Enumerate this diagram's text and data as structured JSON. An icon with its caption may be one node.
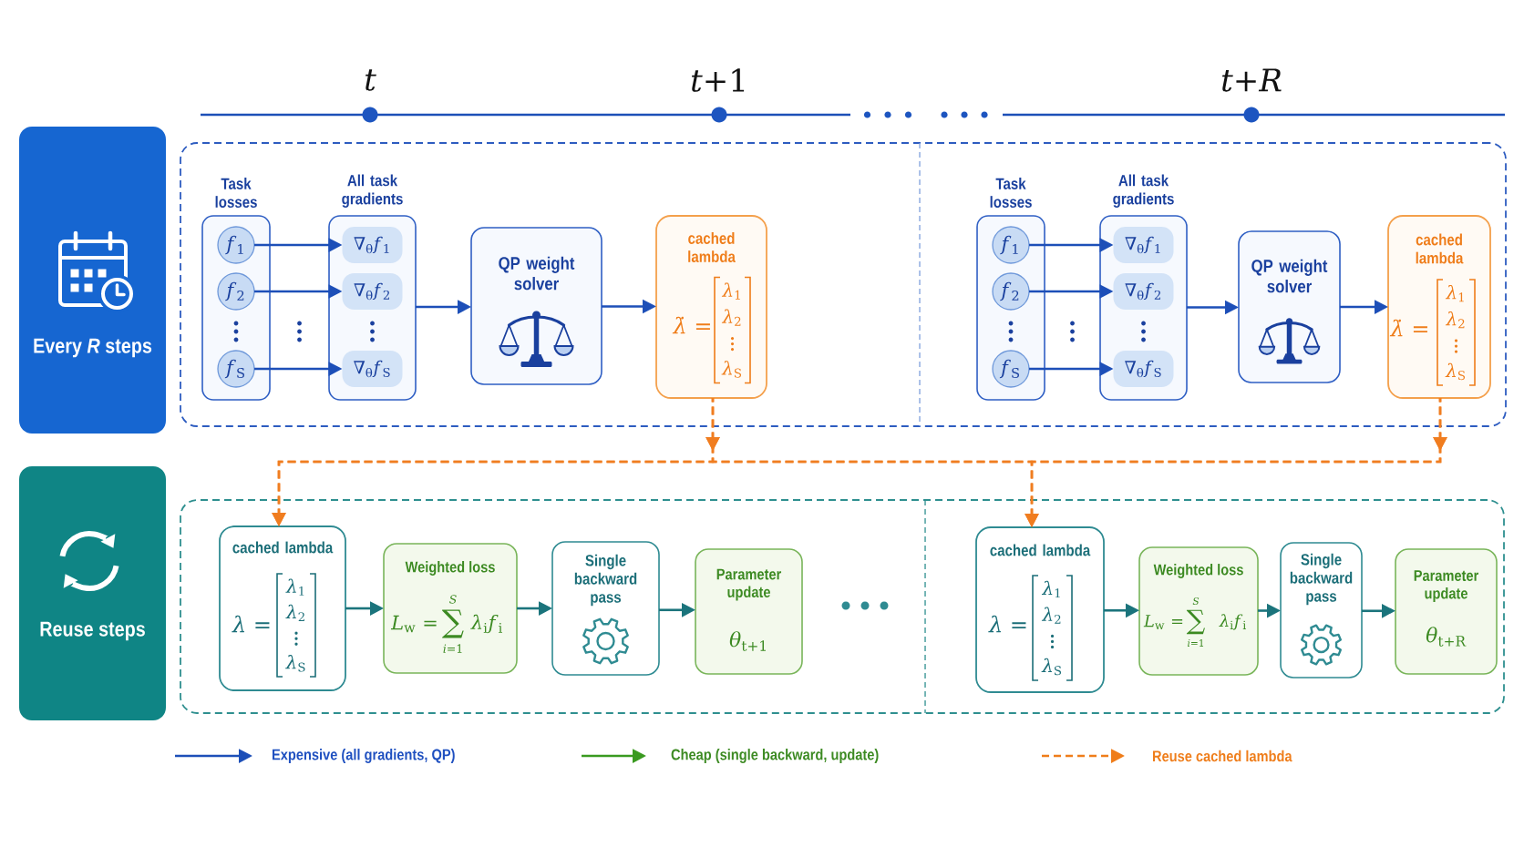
{
  "diagram": {
    "nodes": [
      {
        "text": [
          "Every *R* steps"
        ]
      },
      {
        "text": [],
        "shape": "box"
      },
      {
        "text": [
          "Task losses"
        ],
        "in": 1
      },
      {
        "text": [
          "*f*$_{1}$"
        ],
        "in": 2
      },
      {
        "text": [
          "*f*$_{2}$"
        ],
        "in": 2
      },
      {
        "text": [
          "*f*$_{S}$"
        ],
        "in": 2
      },
      {
        "text": [
          "All task gradients"
        ],
        "in": 1
      },
      {
        "text": [
          "∇$_{θ}$*f*$_{1}$"
        ],
        "in": 6
      },
      {
        "text": [
          "∇$_{θ}$*f*$_{2}$"
        ],
        "in": 6
      },
      {
        "text": [
          "∇$_{θ}$*f*$_{S}$"
        ],
        "in": 6
      },
      {
        "text": [
          "QP weight solver"
        ],
        "in": 1
      },
      {
        "text": [
          "cached lambda",
          "*λ̇* =",
          "*λ*$_{1}$",
          "*λ*$_{2}$",
          "*λ*$_{S}$"
        ],
        "in": 1
      },
      {
        "text": [
          "Task losses"
        ],
        "in": 1
      },
      {
        "text": [
          "*f*$_{1}$"
        ],
        "in": 12
      },
      {
        "text": [
          "*f*$_{2}$"
        ],
        "in": 12
      },
      {
        "text": [
          "*f*$_{S}$"
        ],
        "in": 12
      },
      {
        "text": [
          "All task gradients"
        ],
        "in": 1
      },
      {
        "text": [
          "∇$_{θ}$*f*$_{1}$"
        ],
        "in": 16
      },
      {
        "text": [
          "∇$_{θ}$*f*$_{2}$"
        ],
        "in": 16
      },
      {
        "text": [
          "∇$_{θ}$*f*$_{S}$"
        ],
        "in": 16
      },
      {
        "text": [
          "QP weight solver"
        ],
        "in": 1
      },
      {
        "text": [
          "cached lambda",
          "*λ̇* =",
          "*λ*$_{1}$",
          "*λ*$_{2}$",
          "*λ*$_{S}$"
        ],
        "in": 1
      },
      {
        "text": [
          "Reuse steps"
        ]
      },
      {
        "text": [],
        "shape": "box"
      },
      {
        "text": [
          "cached lambda",
          "*λ* =",
          "*λ*$_{1}$",
          "*λ*$_{2}$",
          "*λ*$_{S}$"
        ],
        "in": 23
      },
      {
        "text": [
          "Weighted loss",
          "*L*$_{w}$ =",
          "S",
          "∑",
          "*i*=1",
          "*λ*$_{i}$*f*$_{i}$"
        ],
        "in": 23
      },
      {
        "text": [
          "Single backward pass"
        ],
        "in": 23
      },
      {
        "text": [
          "Parameter update",
          "*θ*$_{t+1}$"
        ],
        "in": 23
      },
      {
        "text": [
          "cached lambda",
          "*λ* =",
          "*λ*$_{1}$",
          "*λ*$_{2}$",
          "*λ*$_{S}$"
        ],
        "in": 23
      },
      {
        "text": [
          "Weighted loss",
          "*L*$_{w}$ =",
          "S",
          "∑",
          "*i*=1",
          "*λ*$_{i}$*f*$_{i}$"
        ],
        "in": 23
      },
      {
        "text": [
          "Single backward pass"
        ],
        "in": 23
      },
      {
        "text": [
          "Parameter update",
          "*θ*$_{t+R}$"
        ],
        "in": 23
      }
    ],
    "edges": [
      {
        "from": 3,
        "to": 7,
        "arrow": "to"
      },
      {
        "from": 4,
        "to": 8,
        "arrow": "to"
      },
      {
        "from": 5,
        "to": 9,
        "arrow": "to"
      },
      {
        "from": 6,
        "to": 10,
        "arrow": "to"
      },
      {
        "from": 10,
        "to": 11,
        "arrow": "to"
      },
      {
        "from": 13,
        "to": 17,
        "arrow": "to"
      },
      {
        "from": 14,
        "to": 18,
        "arrow": "to"
      },
      {
        "from": 15,
        "to": 19,
        "arrow": "to"
      },
      {
        "from": 16,
        "to": 20,
        "arrow": "to"
      },
      {
        "from": 20,
        "to": 21,
        "arrow": "to"
      },
      {
        "from": 11,
        "to": 24,
        "arrow": "to",
        "style": "dashed",
        "color": "#f07d20"
      },
      {
        "from": 11,
        "to": 28,
        "arrow": "to",
        "style": "dashed",
        "color": "#f07d20"
      },
      {
        "from": 21,
        "to": 24,
        "arrow": "to",
        "style": "dashed",
        "color": "#f07d20"
      },
      {
        "from": 21,
        "to": 28,
        "arrow": "to",
        "style": "dashed",
        "color": "#f07d20"
      },
      {
        "from": 24,
        "to": 25,
        "arrow": "to",
        "color": "#1b747c"
      },
      {
        "from": 25,
        "to": 26,
        "arrow": "to",
        "color": "#1b747c"
      },
      {
        "from": 26,
        "to": 27,
        "arrow": "to",
        "color": "#1b747c"
      },
      {
        "from": 28,
        "to": 29,
        "arrow": "to",
        "color": "#1b747c"
      },
      {
        "from": 29,
        "to": 30,
        "arrow": "to",
        "color": "#1b747c"
      },
      {
        "from": 30,
        "to": 31,
        "arrow": "to",
        "color": "#1b747c"
      }
    ],
    "labels": [
      "t",
      "*t*+1",
      "*t*+*R*"
    ],
    "legend": [
      {
        "text": "Expensive (all gradients, QP)"
      },
      {
        "text": "Cheap (single backward, update)"
      },
      {
        "text": "Reuse cached lambda"
      }
    ]
  }
}
